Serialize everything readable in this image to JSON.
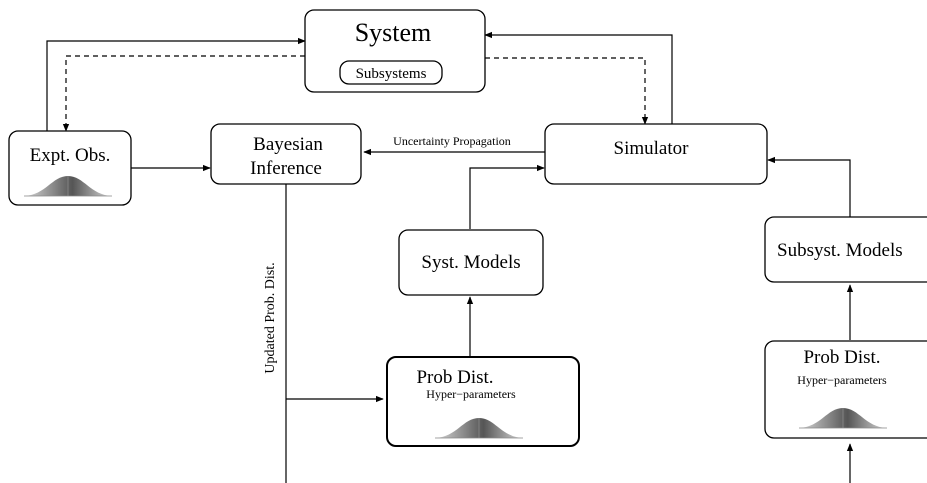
{
  "nodes": {
    "system": {
      "title": "System",
      "sub": "Subsystems"
    },
    "expt_obs": {
      "title": "Expt. Obs."
    },
    "bayesian": {
      "line1": "Bayesian",
      "line2": "Inference"
    },
    "simulator": {
      "title": "Simulator"
    },
    "syst_models": {
      "title": "Syst. Models"
    },
    "subsyst_models": {
      "title": "Subsyst. Models"
    },
    "prob_dist_center": {
      "title": "Prob Dist.",
      "sub": "Hyper−parameters"
    },
    "prob_dist_right": {
      "title": "Prob Dist.",
      "sub": "Hyper−parameters"
    }
  },
  "edge_labels": {
    "uncertainty_propagation": "Uncertainty Propagation",
    "updated_prob_dist": "Updated Prob. Dist."
  },
  "icons": {
    "distribution": "bell-curve-icon"
  },
  "colors": {
    "line": "#000000",
    "curve_dark": "#444444",
    "curve_light": "#d8d8d8"
  }
}
